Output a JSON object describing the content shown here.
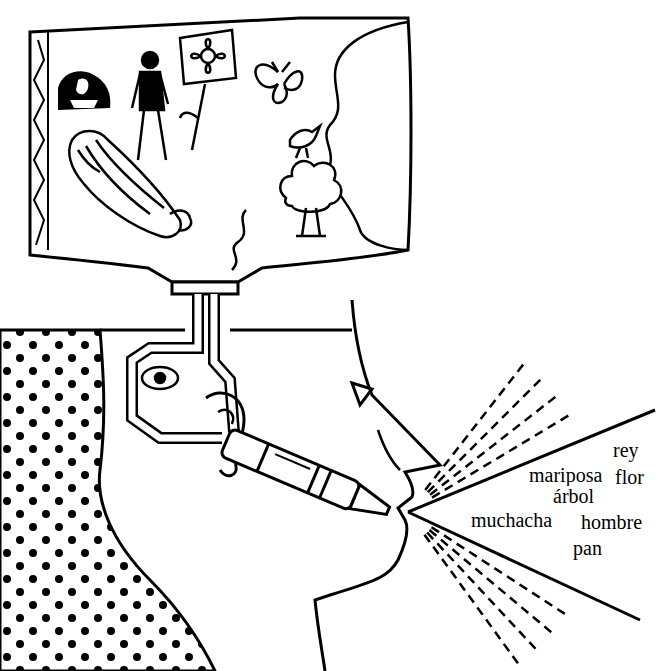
{
  "diagram": {
    "labels": [
      "mariposa",
      "rey",
      "árbol",
      "flor",
      "muchacha",
      "hombre",
      "pan"
    ]
  }
}
